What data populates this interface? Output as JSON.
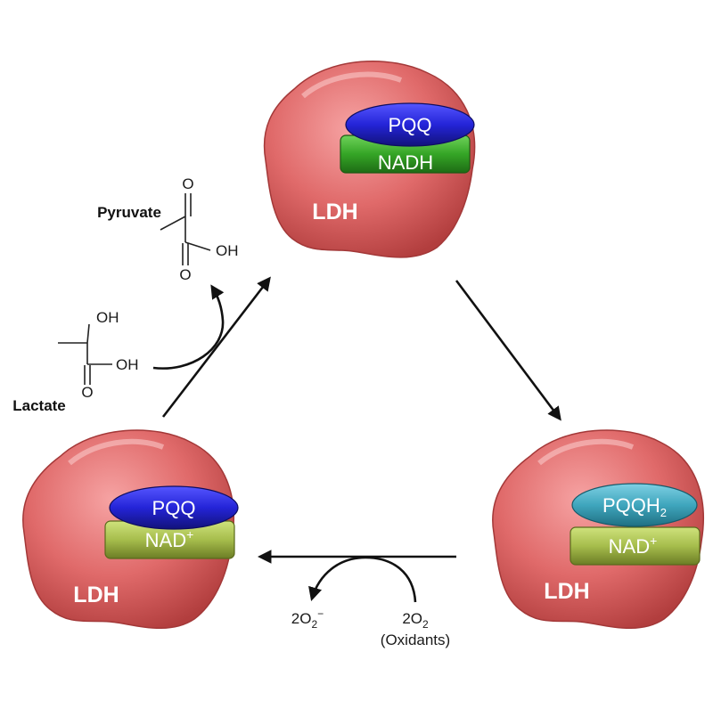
{
  "complexes": {
    "top": {
      "enzyme": "LDH",
      "cofactor_a": "PQQ",
      "cofactor_b": "NADH"
    },
    "right": {
      "enzyme": "LDH",
      "cofactor_a_base": "PQQH",
      "cofactor_a_sub": "2",
      "cofactor_b_base": "NAD",
      "cofactor_b_sup": "+"
    },
    "left": {
      "enzyme": "LDH",
      "cofactor_a": "PQQ",
      "cofactor_b_base": "NAD",
      "cofactor_b_sup": "+"
    }
  },
  "substrates": {
    "pyruvate": {
      "name": "Pyruvate",
      "atom_o1": "O",
      "atom_o2": "O",
      "atom_oh": "OH"
    },
    "lactate": {
      "name": "Lactate",
      "atom_oh_top": "OH",
      "atom_oh": "OH",
      "atom_o": "O"
    }
  },
  "oxidants": {
    "product_base": "2O",
    "product_sub": "2",
    "product_sup": "−",
    "reactant_base": "2O",
    "reactant_sub": "2",
    "reactant_note": "(Oxidants)"
  },
  "colors": {
    "ldh": "#e06a6a",
    "pqq": "#2a2ad0",
    "nadh": "#3aa02a",
    "nad_plus": "#a6bd4c",
    "pqqh2": "#3fa6bd"
  }
}
